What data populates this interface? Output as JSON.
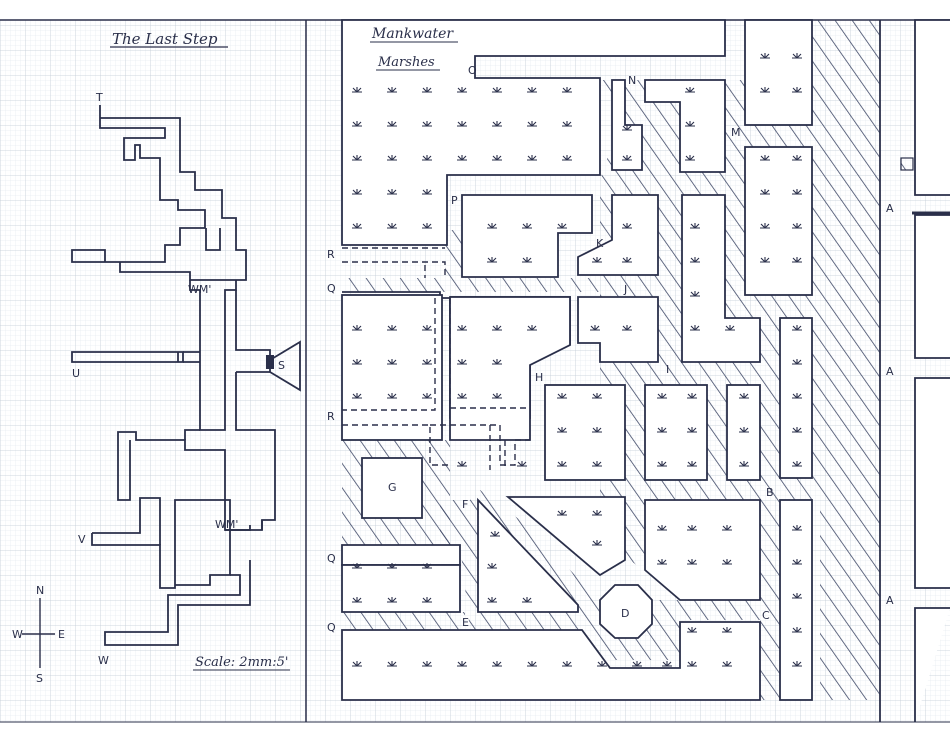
{
  "left_map": {
    "title": "The Last Step",
    "scale_text": "Scale: 2mm:5'",
    "compass": {
      "north": "N",
      "south": "S",
      "east": "E",
      "west": "W"
    },
    "labels": {
      "t": "T",
      "u": "U",
      "v": "V",
      "w": "W",
      "s": "S",
      "wm_upper": "WM'",
      "wm_lower": "WM'"
    }
  },
  "right_map": {
    "title_line1": "Mankwater",
    "title_line2": "Marshes",
    "labels": {
      "o": "O",
      "n": "N",
      "m": "M",
      "p": "P",
      "k": "K",
      "j": "J",
      "h": "H",
      "i": "I",
      "g": "G",
      "f": "F",
      "b": "B",
      "d": "D",
      "e": "E",
      "c": "C",
      "r1": "R",
      "r2": "R",
      "q1": "Q",
      "q2": "Q",
      "q3": "Q",
      "a1": "A",
      "a2": "A",
      "a3": "A"
    }
  },
  "colors": {
    "ink": "#2a2f4a",
    "grid": "#c9d3dc",
    "paper": "#ffffff",
    "hatch": "#3d4766"
  }
}
